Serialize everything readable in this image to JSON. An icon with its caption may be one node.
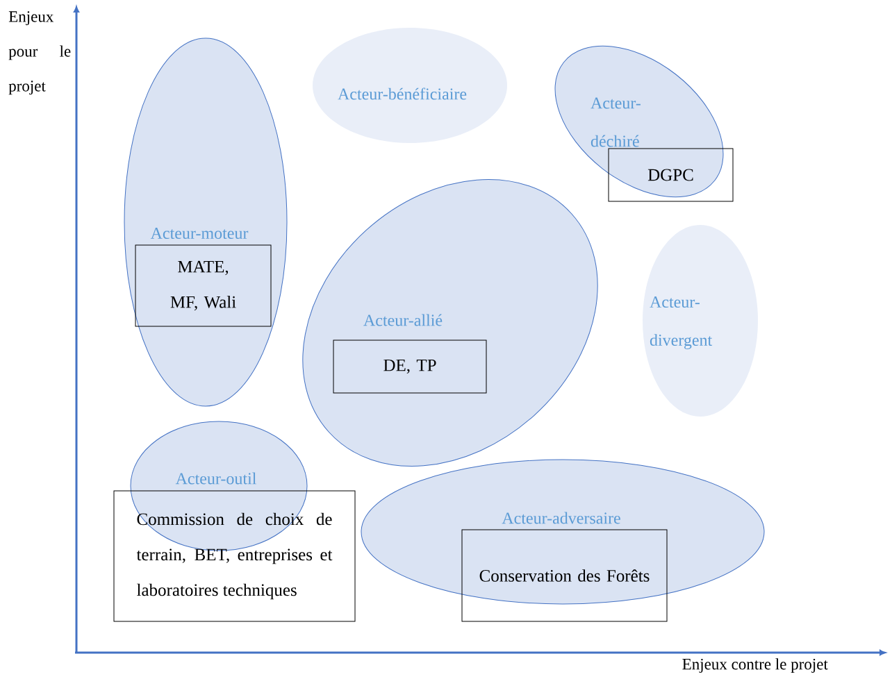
{
  "diagram": {
    "nodes": [
      {
        "text": [
          "Acteur-moteur"
        ]
      },
      {
        "text": [
          "MATE, MF, Wali"
        ],
        "in": 0
      },
      {
        "text": [
          "Acteur-bénéficiaire"
        ]
      },
      {
        "text": [
          "Acteur-déchiré"
        ]
      },
      {
        "text": [
          "DGPC"
        ]
      },
      {
        "text": [
          "Acteur-divergent"
        ]
      },
      {
        "text": [
          "Acteur-allié"
        ]
      },
      {
        "text": [
          "DE, TP"
        ],
        "in": 6
      },
      {
        "text": [
          "Acteur-outil"
        ]
      },
      {
        "text": [
          "Commission de choix de terrain, BET, entreprises et laboratoires techniques"
        ]
      },
      {
        "text": [
          "Acteur-adversaire"
        ]
      },
      {
        "text": [
          "Conservation des Forêts"
        ]
      }
    ],
    "labels": [
      "Enjeux pour le projet",
      "Enjeux contre le projet"
    ]
  }
}
